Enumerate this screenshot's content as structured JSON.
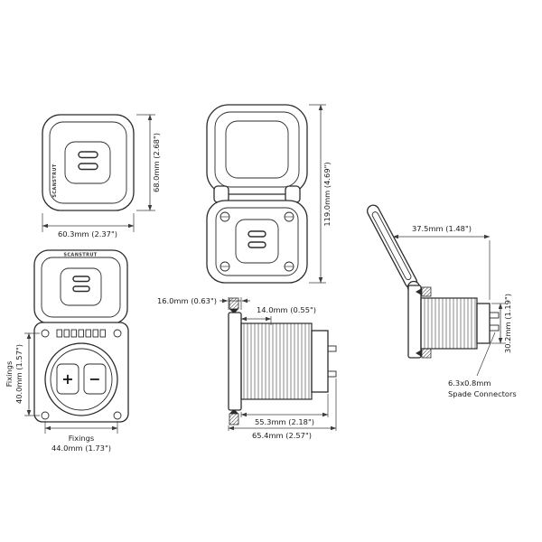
{
  "brand": "SCANSTRUT",
  "views": {
    "front_closed": {
      "width": "60.3mm (2.37\")",
      "height": "68.0mm (2.68\")"
    },
    "front_open": {
      "height": "119.0mm (4.69\")"
    },
    "side_open": {
      "lid_depth": "37.5mm (1.48\")",
      "body_height": "30.2mm (1.19\")",
      "connector_line1": "6.3x0.8mm",
      "connector_line2": "Spade Connectors"
    },
    "rear": {
      "fixings_label": "Fixings",
      "vertical": "40.0mm (1.57\")",
      "horizontal": "44.0mm (1.73\")",
      "terminal_plus": "+",
      "terminal_minus": "−"
    },
    "side_profile": {
      "flange_depth": "16.0mm (0.63\")",
      "panel_depth": "14.0mm (0.55\")",
      "body_length": "55.3mm (2.18\")",
      "total_length": "65.4mm (2.57\")"
    }
  }
}
